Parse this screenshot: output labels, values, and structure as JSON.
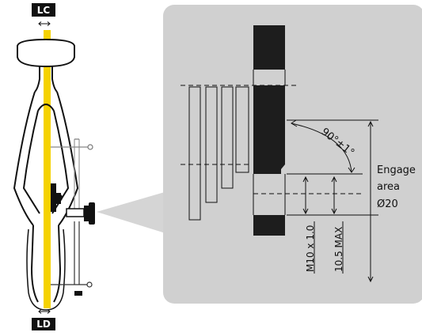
{
  "labels": {
    "lc": "LC",
    "ld": "LD",
    "angle": "90°±1°",
    "engage_line1": "Engage",
    "engage_line2": "area",
    "diameter": "Ø20",
    "thread": "M10 x 1.0",
    "max_depth": "10.5 MAX"
  },
  "colors": {
    "frame_line": "#111111",
    "centerline_yellow": "#f5d200",
    "detail_panel_bg": "#d0d0d0",
    "dropout_black": "#1d1d1d",
    "tag_bg": "#111111",
    "tag_text": "#ffffff"
  }
}
